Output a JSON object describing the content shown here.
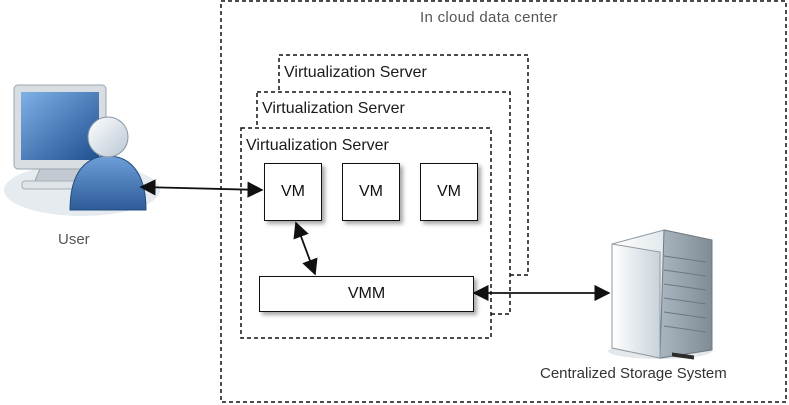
{
  "diagram": {
    "data_center_label": "In cloud data center",
    "servers": [
      {
        "label": "Virtualization Server"
      },
      {
        "label": "Virtualization Server"
      },
      {
        "label": "Virtualization Server"
      }
    ],
    "vms": [
      "VM",
      "VM",
      "VM"
    ],
    "vmm_label": "VMM",
    "user_label": "User",
    "storage_label": "Centralized Storage System"
  },
  "colors": {
    "monitor_screen": "#3a6fb0",
    "user_shirt": "#4a7fc0",
    "server_body": "#e8eef2"
  }
}
